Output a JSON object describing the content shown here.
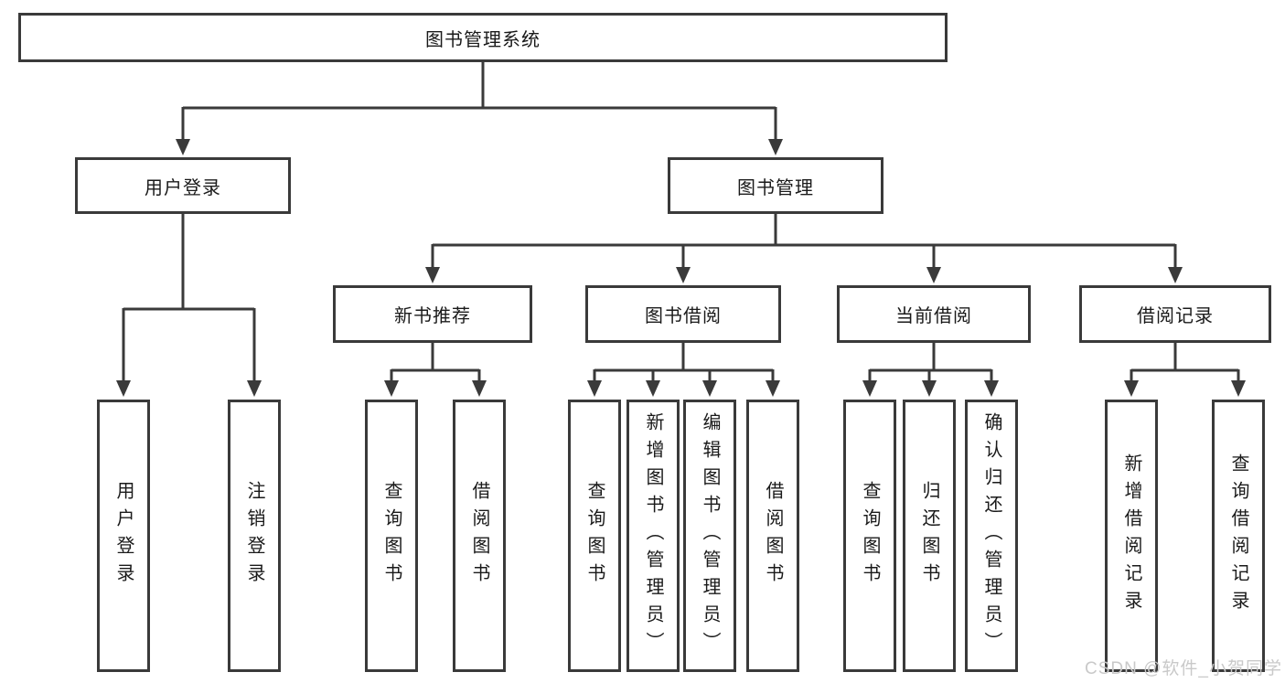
{
  "tree": {
    "label": "图书管理系统",
    "children": [
      {
        "label": "用户登录",
        "children": [
          {
            "label": "用户登录"
          },
          {
            "label": "注销登录"
          }
        ]
      },
      {
        "label": "图书管理",
        "children": [
          {
            "label": "新书推荐",
            "children": [
              {
                "label": "查询图书"
              },
              {
                "label": "借阅图书"
              }
            ]
          },
          {
            "label": "图书借阅",
            "children": [
              {
                "label": "查询图书"
              },
              {
                "label": "新增图书（管理员）"
              },
              {
                "label": "编辑图书（管理员）"
              },
              {
                "label": "借阅图书"
              }
            ]
          },
          {
            "label": "当前借阅",
            "children": [
              {
                "label": "查询图书"
              },
              {
                "label": "归还图书"
              },
              {
                "label": "确认归还（管理员）"
              }
            ]
          },
          {
            "label": "借阅记录",
            "children": [
              {
                "label": "新增借阅记录"
              },
              {
                "label": "查询借阅记录"
              }
            ]
          }
        ]
      }
    ]
  },
  "watermark": "CSDN @软件_小贺同学",
  "colors": {
    "line": "#3a3a3a",
    "text": "#1a1a1a",
    "watermark": "#c9c9c9",
    "background": "#ffffff"
  }
}
